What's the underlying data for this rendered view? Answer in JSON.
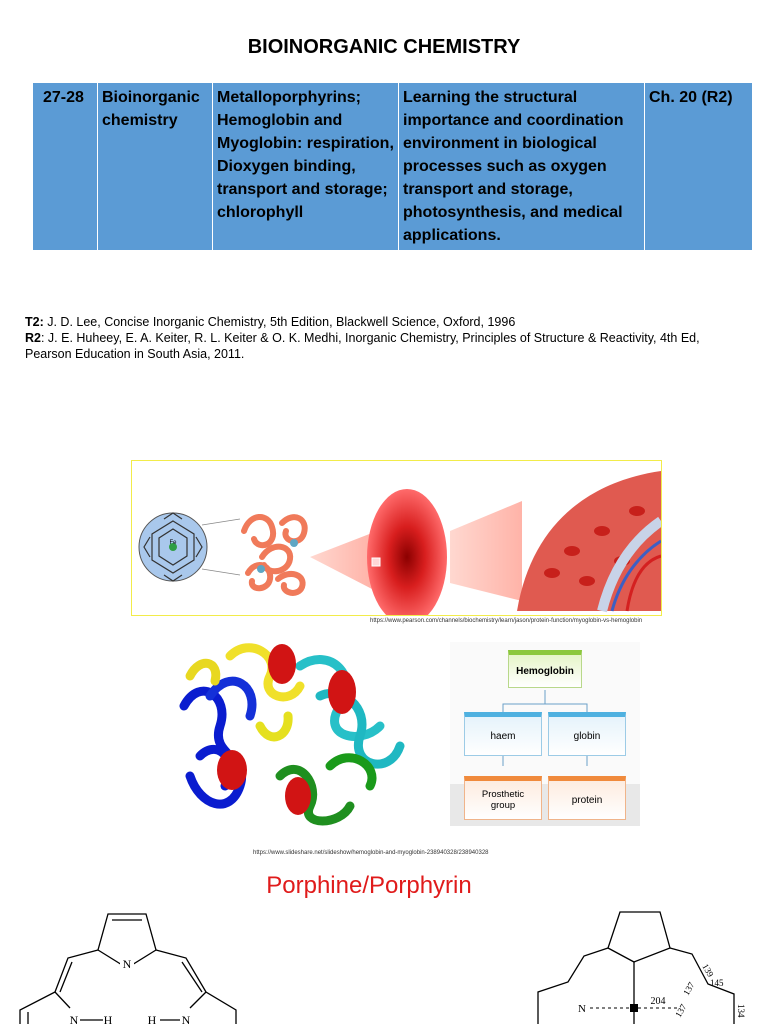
{
  "title": "BIOINORGANIC CHEMISTRY",
  "syllabus_row": {
    "lecture": "27-28",
    "topic": "Bioinorganic chemistry",
    "contents": "Metalloporphyrins; Hemoglobin and Myoglobin: respiration, Dioxygen binding, transport and storage; chlorophyll",
    "objectives": "Learning the structural importance and coordination environment in biological processes such as oxygen transport and storage, photosynthesis, and medical applications.",
    "reference": "Ch. 20 (R2)"
  },
  "references": [
    {
      "tag": "T2:",
      "text": " J. D. Lee, Concise Inorganic Chemistry, 5th Edition, Blackwell Science, Oxford, 1996"
    },
    {
      "tag": "R2",
      "text": ": J. E. Huheey, E. A. Keiter, R. L. Keiter & O. K. Medhi, Inorganic Chemistry, Principles of Structure & Reactivity, 4th Ed, Pearson Education in South Asia, 2011."
    }
  ],
  "figure1": {
    "fe_label": "Fe",
    "caption": "https://www.pearson.com/channels/biochemistry/learn/jason/protein-function/myoglobin-vs-hemoglobin"
  },
  "hb_chart": {
    "root": "Hemoglobin",
    "left": "haem",
    "right": "globin",
    "left_bottom": "Prosthetic group",
    "right_bottom": "protein"
  },
  "figure2_caption": "https://www.slideshare.net/slideshow/hemoglobin-and-myoglobin-238940328/238940328",
  "porphine_title": "Porphine/Porphyrin",
  "porphine_left": {
    "n_top": "N",
    "n_left": "N",
    "h_left": "H",
    "h_right": "H",
    "n_right": "N"
  },
  "porphine_right": {
    "b1": "139",
    "b2": "145",
    "b3": "137",
    "b4": "134",
    "b5": "137",
    "center_dist": "204",
    "n": "N"
  }
}
